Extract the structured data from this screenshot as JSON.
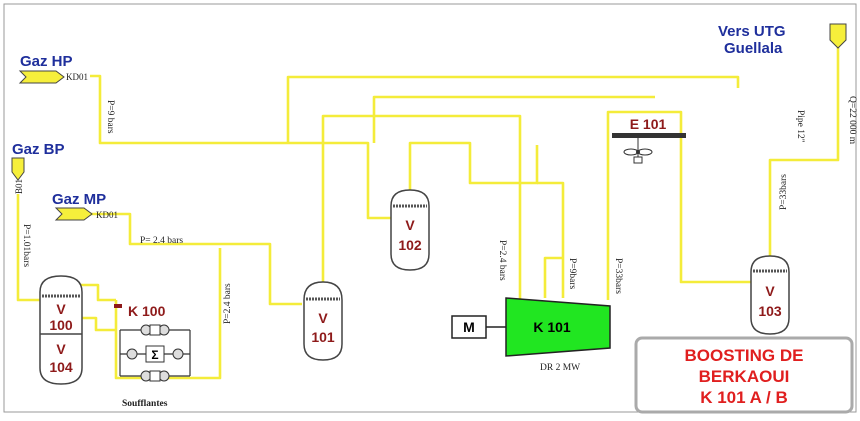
{
  "colors": {
    "background": "#ffffff",
    "frame": "#9a9a9a",
    "pipe": "#f4ec3a",
    "label_blue": "#1f2f9c",
    "label_red": "#8e1a1a",
    "vessel_fill": "#ffffff",
    "vessel_stroke": "#444444",
    "compressor": "#21e621",
    "title_red": "#e01f1f"
  },
  "icons": {
    "gas_inlet": "arrow-pentagon-icon",
    "outlet": "arrow-pentagon-icon",
    "cooler_fan": "fan-icon",
    "valve": "valve-icon"
  },
  "sources": {
    "gaz_hp": "Gaz HP",
    "gaz_bp": "Gaz BP",
    "gaz_mp": "Gaz MP",
    "vers_utg_line1": "Vers UTG",
    "vers_utg_line2": "Guellala"
  },
  "equipment": {
    "v100_letter": "V",
    "v100_number": "100",
    "v104_letter": "V",
    "v104_number": "104",
    "v101_letter": "V",
    "v101_number": "101",
    "v102_letter": "V",
    "v102_number": "102",
    "v103_letter": "V",
    "v103_number": "103",
    "k100": "K 100",
    "k101": "K 101",
    "e101": "E 101",
    "motor": "M",
    "soufflantes": "Soufflantes",
    "dr": "DR 2 MW",
    "sigma": "Σ"
  },
  "pressures": {
    "p_hp": "P=9 bars",
    "p_bp": "P=1.01bars",
    "p_mp": "P= 2.4 bars",
    "p_souff": "P=2.4 bars",
    "p_v101_k": "P=2.4 bars",
    "p_9": "P=9bars",
    "p_33_k": "P=33bars",
    "p_33_v103": "P=33bars",
    "pipe_label": "Pipe 12\"",
    "q_label": "Q=22 000 m",
    "hp_tag": "KD01",
    "bp_tag": "B01",
    "mp_tag": "KD01"
  },
  "title": {
    "line1": "BOOSTING DE",
    "line2": "BERKAOUI",
    "line3": "K 101 A / B"
  }
}
